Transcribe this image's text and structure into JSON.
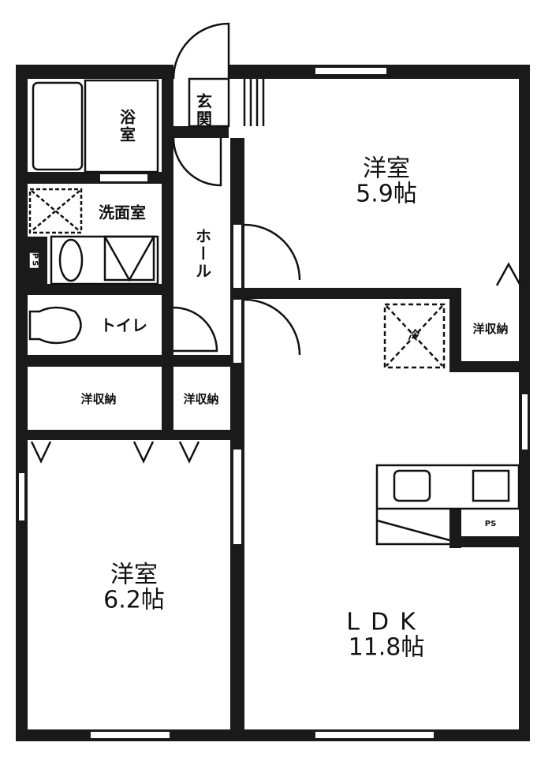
{
  "rooms": {
    "bath": "浴室",
    "entrance": "玄関",
    "western_room_1": {
      "name": "洋室",
      "size": "5.9帖"
    },
    "washroom": "洗面室",
    "hall": "ホール",
    "toilet": "トイレ",
    "closet_left": "洋収納",
    "closet_mid": "洋収納",
    "closet_right": "洋収納",
    "fridge": "冷",
    "western_room_2": {
      "name": "洋室",
      "size": "6.2帖"
    },
    "ldk": {
      "name": "LDK",
      "size": "11.8帖"
    },
    "ps_left": "PS",
    "ps_right": "PS"
  },
  "colors": {
    "wall": "#1a1a1a",
    "line": "#111111"
  }
}
